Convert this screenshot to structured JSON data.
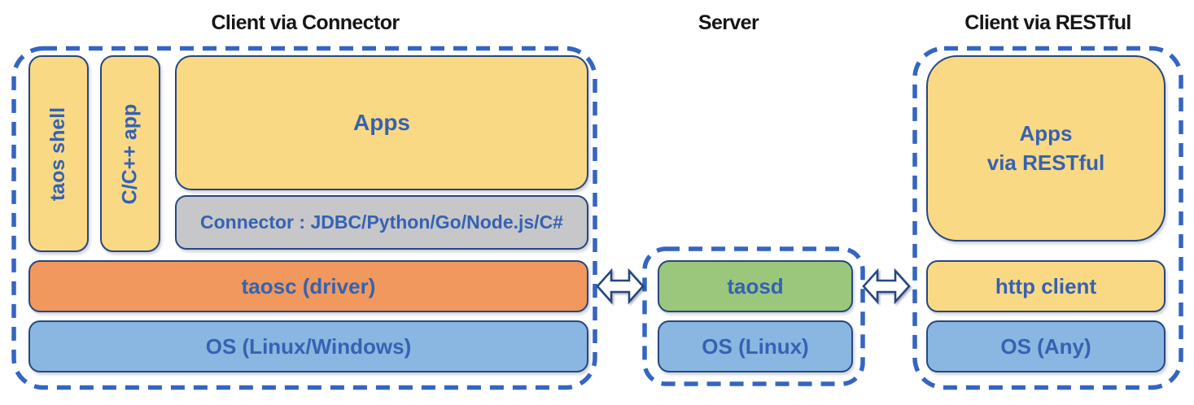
{
  "connector_section": {
    "title": "Client via Connector",
    "taos_shell": "taos shell",
    "cpp_app": "C/C++ app",
    "apps": "Apps",
    "connector": "Connector : JDBC/Python/Go/Node.js/C#",
    "taosc": "taosc (driver)",
    "os": "OS (Linux/Windows)"
  },
  "server_section": {
    "title": "Server",
    "taosd": "taosd",
    "os": "OS (Linux)"
  },
  "restful_section": {
    "title": "Client via RESTful",
    "apps": "Apps\nvia RESTful",
    "http_client": "http client",
    "os": "OS (Any)"
  },
  "colors": {
    "yellow": "#FAD985",
    "orange": "#F0985D",
    "gray": "#C7C7C9",
    "green": "#9AC77C",
    "os_blue": "#89B7E1",
    "box_border": "#27477E",
    "text_blue": "#3562B2",
    "dash_blue": "#3465C2",
    "title_black": "#161616"
  }
}
